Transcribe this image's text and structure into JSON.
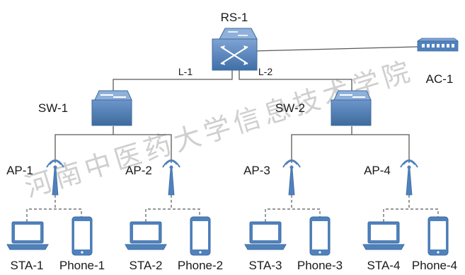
{
  "watermark": "河南中医药大学信息技术学院",
  "core": {
    "label": "RS-1"
  },
  "controller": {
    "label": "AC-1"
  },
  "links": {
    "left": "L-1",
    "right": "L-2"
  },
  "switches": [
    {
      "label": "SW-1"
    },
    {
      "label": "SW-2"
    }
  ],
  "access_points": [
    {
      "label": "AP-1"
    },
    {
      "label": "AP-2"
    },
    {
      "label": "AP-3"
    },
    {
      "label": "AP-4"
    }
  ],
  "stations": [
    {
      "label": "STA-1"
    },
    {
      "label": "STA-2"
    },
    {
      "label": "STA-3"
    },
    {
      "label": "STA-4"
    }
  ],
  "phones": [
    {
      "label": "Phone-1"
    },
    {
      "label": "Phone-2"
    },
    {
      "label": "Phone-3"
    },
    {
      "label": "Phone-4"
    }
  ],
  "colors": {
    "device_blue": "#4f81bd",
    "device_dark": "#3d6b9e",
    "line": "#595959",
    "watermark": "#cfcfcf"
  }
}
